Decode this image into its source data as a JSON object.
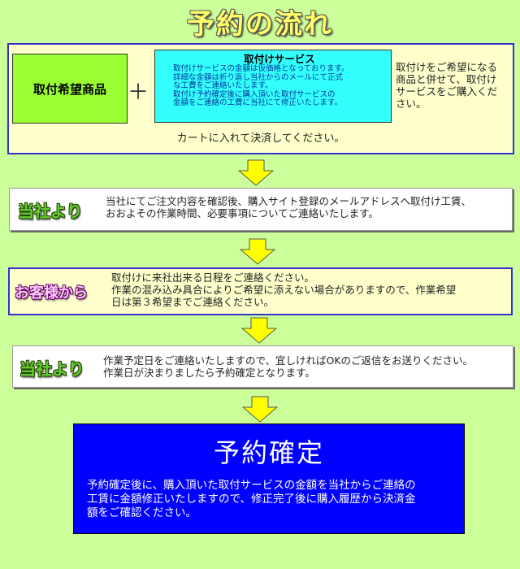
{
  "title": "予約の流れ",
  "step1": {
    "product_label": "取付希望商品",
    "plus": "＋",
    "service_title": "取付けサービス",
    "service_lines": [
      "取付けサービスの金額は仮価格となっております。",
      "詳細な金額は折り返し当社からのメールにて正式",
      "な工費をご連絡いたします。",
      "取付け予約確定後に購入頂いた取付サービスの",
      "金額をご連絡の工費に当社にて修正いたします。"
    ],
    "note_lines": [
      "取付けをご希望になる",
      "商品と併せて、取付け",
      "サービスをご購入くだ",
      "さい。"
    ],
    "cart": "カートに入れて決済してください。"
  },
  "step2": {
    "label": "当社より",
    "lines": [
      "当社にてご注文内容を確認後、購入サイト登録のメールアドレスへ取付け工賃、",
      "おおよその作業時間、必要事項についてご連絡いたします。"
    ]
  },
  "step3": {
    "label": "お客様から",
    "lines": [
      "取付けに来社出来る日程をご連絡ください。",
      "作業の混み込み具合によりご希望に添えない場合がありますので、作業希望",
      "日は第３希望までご連絡ください。"
    ]
  },
  "step4": {
    "label": "当社より",
    "lines": [
      "作業予定日をご連絡いたしますので、宜しければOKのご返信をお送りください。",
      "作業日が決まりましたら予約確定となります。"
    ]
  },
  "step5": {
    "title": "予約確定",
    "lines": [
      "予約確定後に、購入頂いた取付サービスの金額を当社からご連絡の",
      "工賃に金額修正いたしますので、修正完了後に購入履歴から決済金",
      "額をご確認ください。"
    ]
  },
  "colors": {
    "background": "#ccff99",
    "box_border": "#3333cc",
    "box_fill": "#ffffcc",
    "arrow": "#ffff00",
    "product": "#99ff33",
    "service": "#33ffff",
    "confirm": "#0000ff"
  }
}
